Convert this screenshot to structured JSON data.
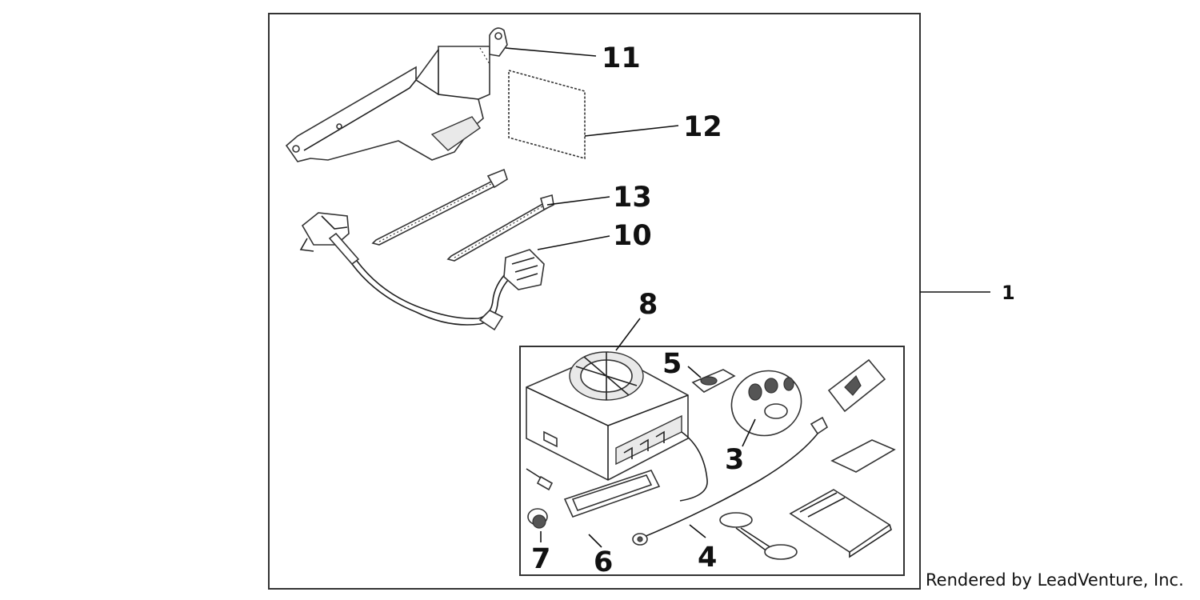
{
  "callouts": {
    "c1": "1",
    "c3": "3",
    "c4": "4",
    "c5": "5",
    "c6": "6",
    "c7": "7",
    "c8": "8",
    "c10": "10",
    "c11": "11",
    "c12": "12",
    "c13": "13"
  },
  "credit": "Rendered by LeadVenture, Inc.",
  "colors": {
    "line": "#222222",
    "background": "#ffffff"
  }
}
